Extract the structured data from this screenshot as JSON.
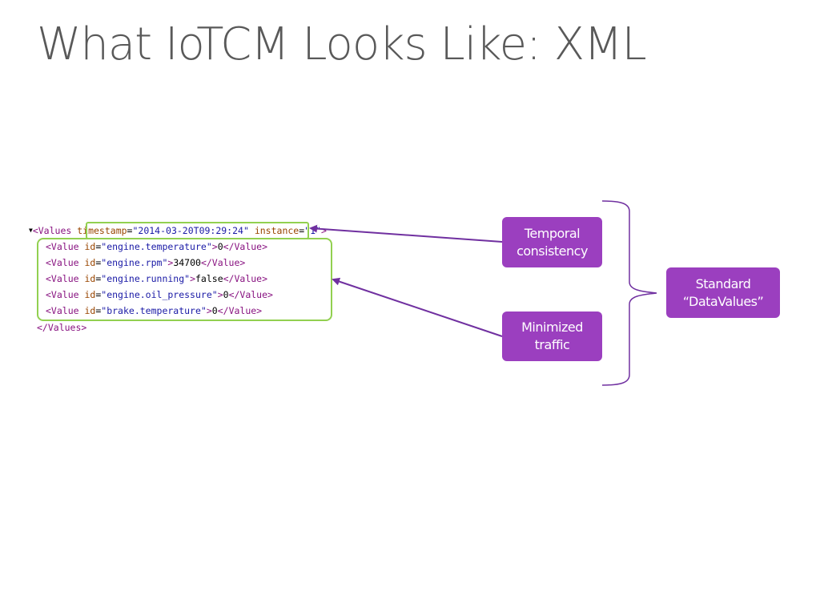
{
  "title": "What IoTCM Looks Like: XML",
  "xml": {
    "triangle": "▼",
    "root_open_tag": "<Values",
    "attr_timestamp": "timestamp",
    "attr_timestamp_val": "\"2014-03-20T09:29:24\"",
    "attr_instance": "instance",
    "attr_instance_val": "\"1\"",
    "root_open_end": ">",
    "value_open_tag": "<Value",
    "attr_id": "id",
    "eq": "=",
    "close_angle": ">",
    "value_close_tag": "</Value>",
    "root_close_tag": "</Values>",
    "rows": [
      {
        "id": "\"engine.temperature\"",
        "text": "0"
      },
      {
        "id": "\"engine.rpm\"",
        "text": "34700"
      },
      {
        "id": "\"engine.running\"",
        "text": "false"
      },
      {
        "id": "\"engine.oil_pressure\"",
        "text": "0"
      },
      {
        "id": "\"brake.temperature\"",
        "text": "0"
      }
    ]
  },
  "callouts": {
    "temporal": [
      "Temporal",
      "consistency"
    ],
    "minimized": [
      "Minimized",
      "traffic"
    ],
    "standard": [
      "Standard",
      "“DataValues”"
    ]
  },
  "colors": {
    "callout_bg": "#9b3fbf",
    "highlight": "#92d050",
    "arrow": "#7030a0",
    "title": "#595959"
  }
}
